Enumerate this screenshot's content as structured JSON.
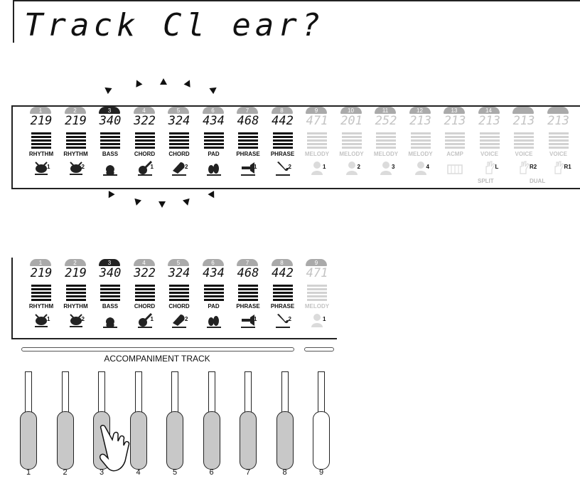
{
  "lcd": {
    "title": "Track Cl ear?"
  },
  "tracks": [
    {
      "num": "1",
      "voice": "219",
      "label": "RHYTHM",
      "sub": "1",
      "icon": "drum-kit-icon"
    },
    {
      "num": "2",
      "voice": "219",
      "label": "RHYTHM",
      "sub": "2",
      "icon": "drum-kit-icon"
    },
    {
      "num": "3",
      "voice": "340",
      "label": "BASS",
      "sub": "",
      "icon": "upright-bass-icon"
    },
    {
      "num": "4",
      "voice": "322",
      "label": "CHORD",
      "sub": "1",
      "icon": "guitar-icon"
    },
    {
      "num": "5",
      "voice": "324",
      "label": "CHORD",
      "sub": "2",
      "icon": "piano-icon"
    },
    {
      "num": "6",
      "voice": "434",
      "label": "PAD",
      "sub": "",
      "icon": "strings-icon"
    },
    {
      "num": "7",
      "voice": "468",
      "label": "PHRASE",
      "sub": "1",
      "icon": "trumpet-icon"
    },
    {
      "num": "8",
      "voice": "442",
      "label": "PHRASE",
      "sub": "2",
      "icon": "saxophone-icon"
    },
    {
      "num": "9",
      "voice": "471",
      "label": "MELODY",
      "sub": "1",
      "icon": "player-icon"
    },
    {
      "num": "10",
      "voice": "201",
      "label": "MELODY",
      "sub": "2",
      "icon": "player-icon"
    },
    {
      "num": "11",
      "voice": "252",
      "label": "MELODY",
      "sub": "3",
      "icon": "player-icon"
    },
    {
      "num": "12",
      "voice": "213",
      "label": "MELODY",
      "sub": "4",
      "icon": "player-icon"
    },
    {
      "num": "13",
      "voice": "213",
      "label": "ACMP",
      "sub": "",
      "icon": "keyboard-icon"
    },
    {
      "num": "14",
      "voice": "213",
      "label": "VOICE",
      "sub": "L",
      "icon": "hand-icon"
    },
    {
      "num": "",
      "voice": "213",
      "label": "VOICE",
      "sub": "R2",
      "icon": "hand-icon"
    },
    {
      "num": "",
      "voice": "213",
      "label": "VOICE",
      "sub": "R1",
      "icon": "hand-icon"
    }
  ],
  "split_label": "SPLIT",
  "dual_label": "DUAL",
  "accompaniment_label": "ACCOMPANIMENT TRACK",
  "buttons": [
    "1",
    "2",
    "3",
    "4",
    "5",
    "6",
    "7",
    "8",
    "9"
  ]
}
